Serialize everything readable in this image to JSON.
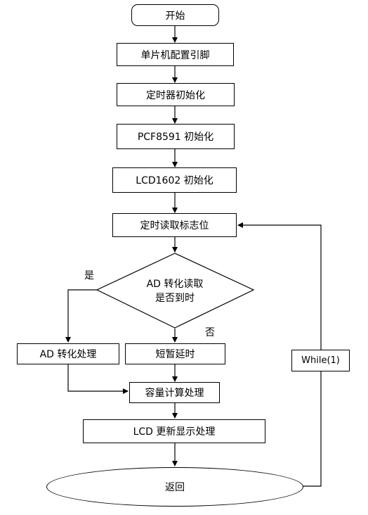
{
  "nodes": {
    "start": "开始",
    "pin_config": "单片机配置引脚",
    "timer_init": "定时器初始化",
    "pcf_init": "PCF8591 初始化",
    "lcd_init": "LCD1602 初始化",
    "read_flag": "定时读取标志位",
    "decision_line1": "AD 转化读取",
    "decision_line2": "是否到时",
    "ad_process": "AD 转化处理",
    "short_delay": "短暂延时",
    "capacity_calc": "容量计算处理",
    "lcd_update": "LCD 更新显示处理",
    "return": "返回",
    "loop": "While(1)"
  },
  "edge_labels": {
    "yes": "是",
    "no": "否"
  }
}
